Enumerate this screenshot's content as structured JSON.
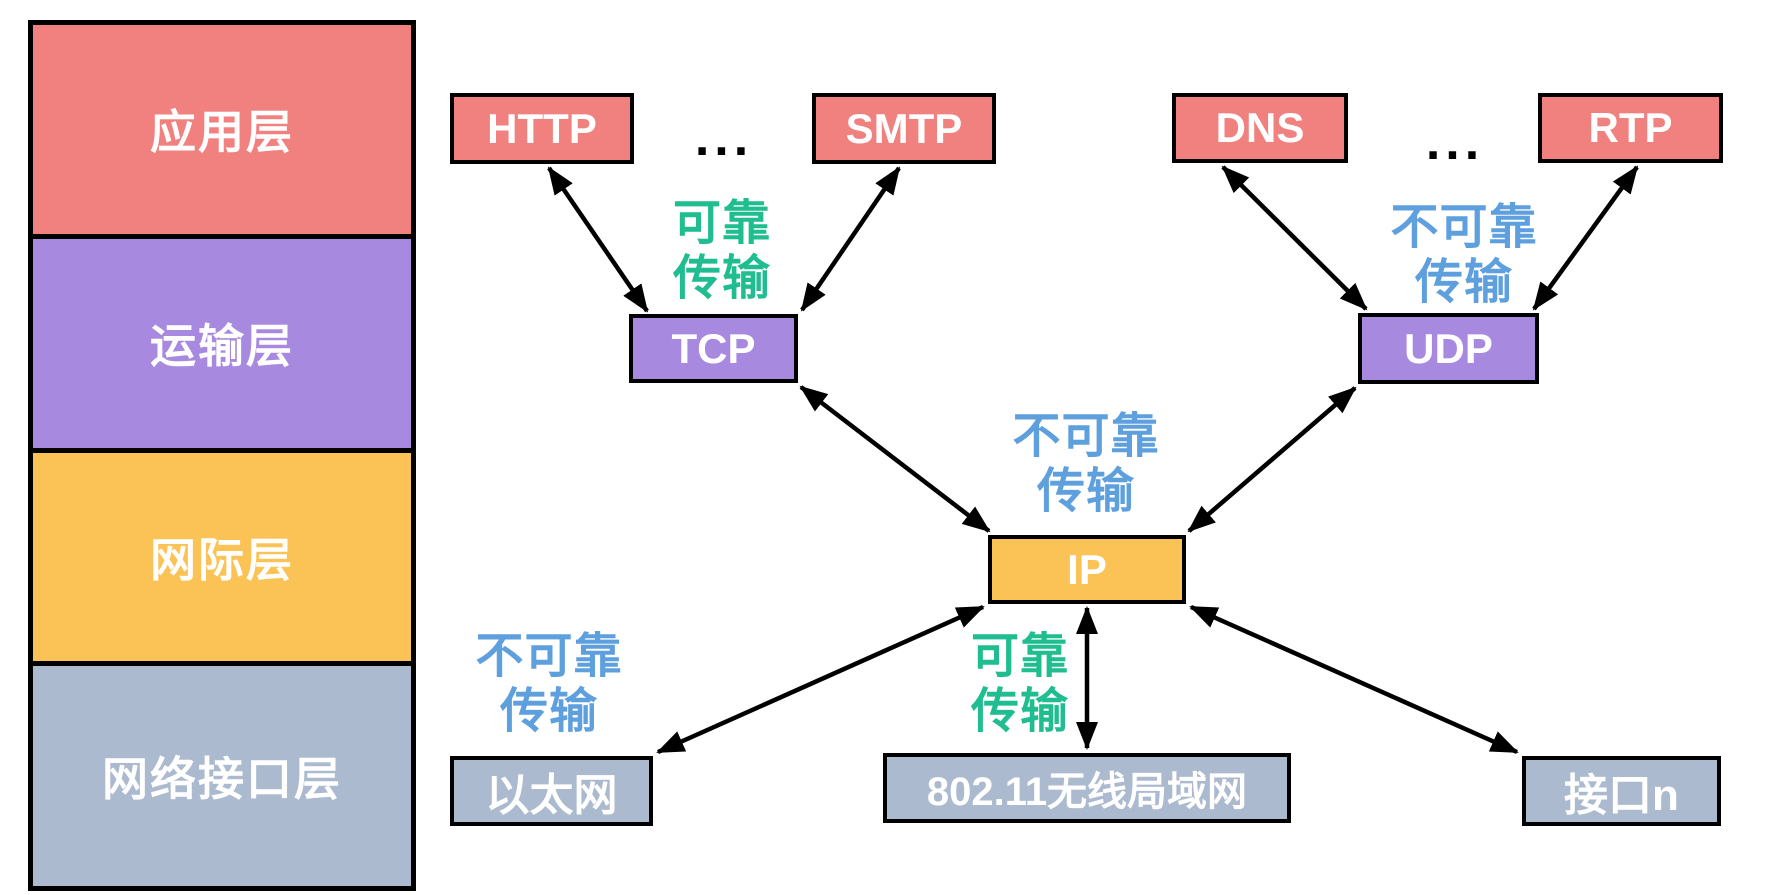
{
  "palette": {
    "background": "#FFFFFF",
    "red_box": "#F0817E",
    "purple_box": "#A78AE0",
    "yellow_box": "#FBC355",
    "gray_blue_box": "#ACBACF",
    "green_text": "#1FBD90",
    "blue_text": "#5E9FDE",
    "border": "#000000",
    "box_text": "#FFFFFF"
  },
  "stack": {
    "layers": [
      {
        "label": "应用层"
      },
      {
        "label": "运输层"
      },
      {
        "label": "网际层"
      },
      {
        "label": "网络接口层"
      }
    ]
  },
  "nodes": {
    "http": {
      "label": "HTTP"
    },
    "smtp": {
      "label": "SMTP"
    },
    "dns": {
      "label": "DNS"
    },
    "rtp": {
      "label": "RTP"
    },
    "tcp": {
      "label": "TCP"
    },
    "udp": {
      "label": "UDP"
    },
    "ip": {
      "label": "IP"
    },
    "ethernet": {
      "label": "以太网"
    },
    "wlan": {
      "label": "802.11无线局域网"
    },
    "interface_n": {
      "label": "接口n"
    }
  },
  "ellipsis": {
    "left": "...",
    "right": "..."
  },
  "labels": {
    "reliable_tcp": {
      "line1": "可靠",
      "line2": "传输"
    },
    "unreliable_udp": {
      "line1": "不可靠",
      "line2": "传输"
    },
    "unreliable_ip": {
      "line1": "不可靠",
      "line2": "传输"
    },
    "reliable_ip": {
      "line1": "可靠",
      "line2": "传输"
    },
    "unreliable_ethernet": {
      "line1": "不可靠",
      "line2": "传输"
    }
  }
}
